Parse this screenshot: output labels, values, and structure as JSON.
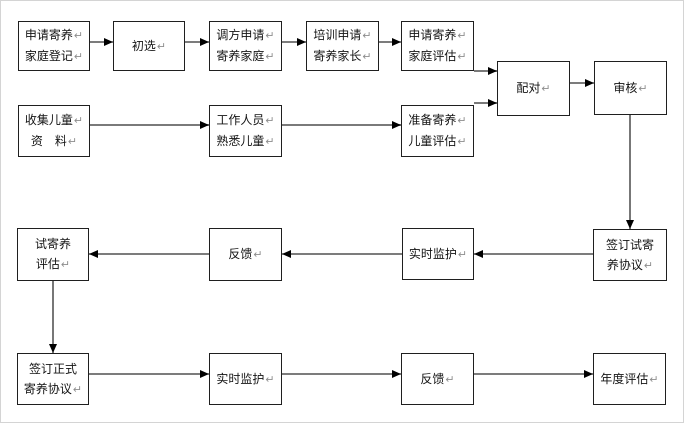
{
  "marks": {
    "return_mark": "↵"
  },
  "colors": {
    "box_border": "#1f1f1f",
    "line": "#2e2e2e",
    "line_gray": "#7a7a7a",
    "arrowhead": "#000000",
    "return_mark": "#8e8e8e",
    "text": "#141414",
    "background": "#ffffff"
  },
  "nodes": {
    "apply_family_register": {
      "line1": "申请寄养",
      "line2": "家庭登记"
    },
    "initial_selection": {
      "line1": "初选"
    },
    "investigate_apply_family": {
      "line1": "调方申请",
      "line2": "寄养家庭"
    },
    "train_apply_parents": {
      "line1": "培训申请",
      "line2": "寄养家长"
    },
    "apply_family_assess": {
      "line1": "申请寄养",
      "line2": "家庭评估"
    },
    "pairing": {
      "line1": "配对"
    },
    "review": {
      "line1": "审核"
    },
    "collect_child_info": {
      "line1": "收集儿童",
      "line2": "资　料"
    },
    "staff_familiarize": {
      "line1": "工作人员",
      "line2": "熟悉儿童"
    },
    "prepare_child_assess": {
      "line1": "准备寄养",
      "line2": "儿童评估"
    },
    "sign_trial_agreement": {
      "line1": "签订试寄",
      "line2": "养协议"
    },
    "monitor_trial": {
      "line1": "实时监护"
    },
    "feedback_trial": {
      "line1": "反馈"
    },
    "trial_assess": {
      "line1": "试寄养",
      "line2": "评估"
    },
    "sign_formal_agreement": {
      "line1": "签订正式",
      "line2": "寄养协议"
    },
    "monitor_formal": {
      "line1": "实时监护"
    },
    "feedback_formal": {
      "line1": "反馈"
    },
    "annual_assess": {
      "line1": "年度评估"
    }
  },
  "edges": [
    {
      "from": "apply_family_register",
      "to": "initial_selection"
    },
    {
      "from": "initial_selection",
      "to": "investigate_apply_family"
    },
    {
      "from": "investigate_apply_family",
      "to": "train_apply_parents"
    },
    {
      "from": "train_apply_parents",
      "to": "apply_family_assess"
    },
    {
      "from": "apply_family_assess",
      "to": "pairing"
    },
    {
      "from": "collect_child_info",
      "to": "staff_familiarize"
    },
    {
      "from": "staff_familiarize",
      "to": "prepare_child_assess"
    },
    {
      "from": "prepare_child_assess",
      "to": "pairing"
    },
    {
      "from": "pairing",
      "to": "review"
    },
    {
      "from": "review",
      "to": "sign_trial_agreement"
    },
    {
      "from": "sign_trial_agreement",
      "to": "monitor_trial"
    },
    {
      "from": "monitor_trial",
      "to": "feedback_trial"
    },
    {
      "from": "feedback_trial",
      "to": "trial_assess"
    },
    {
      "from": "trial_assess",
      "to": "sign_formal_agreement"
    },
    {
      "from": "sign_formal_agreement",
      "to": "monitor_formal"
    },
    {
      "from": "monitor_formal",
      "to": "feedback_formal"
    },
    {
      "from": "feedback_formal",
      "to": "annual_assess"
    }
  ]
}
